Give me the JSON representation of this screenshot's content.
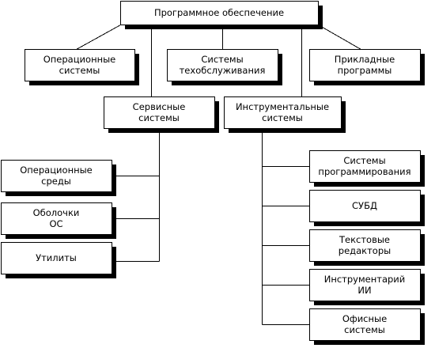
{
  "diagram": {
    "root": {
      "label": [
        "Программное обеспечение"
      ]
    },
    "os": {
      "label": [
        "Операционные",
        "системы"
      ]
    },
    "maintenance": {
      "label": [
        "Системы",
        "техобслуживания"
      ]
    },
    "applications": {
      "label": [
        "Прикладные",
        "программы"
      ]
    },
    "service": {
      "label": [
        "Сервисные",
        "системы"
      ]
    },
    "instrumental": {
      "label": [
        "Инструментальные",
        "системы"
      ]
    },
    "os_environments": {
      "label": [
        "Операционные",
        "среды"
      ]
    },
    "os_shells": {
      "label": [
        "Оболочки",
        "ОС"
      ]
    },
    "utilities": {
      "label": [
        "Утилиты"
      ]
    },
    "programming_systems": {
      "label": [
        "Системы",
        "программирования"
      ]
    },
    "dbms": {
      "label": [
        "СУБД"
      ]
    },
    "text_editors": {
      "label": [
        "Текстовые",
        "редакторы"
      ]
    },
    "ai_tools": {
      "label": [
        "Инструментарий",
        "ИИ"
      ]
    },
    "office_systems": {
      "label": [
        "Офисные",
        "системы"
      ]
    }
  }
}
